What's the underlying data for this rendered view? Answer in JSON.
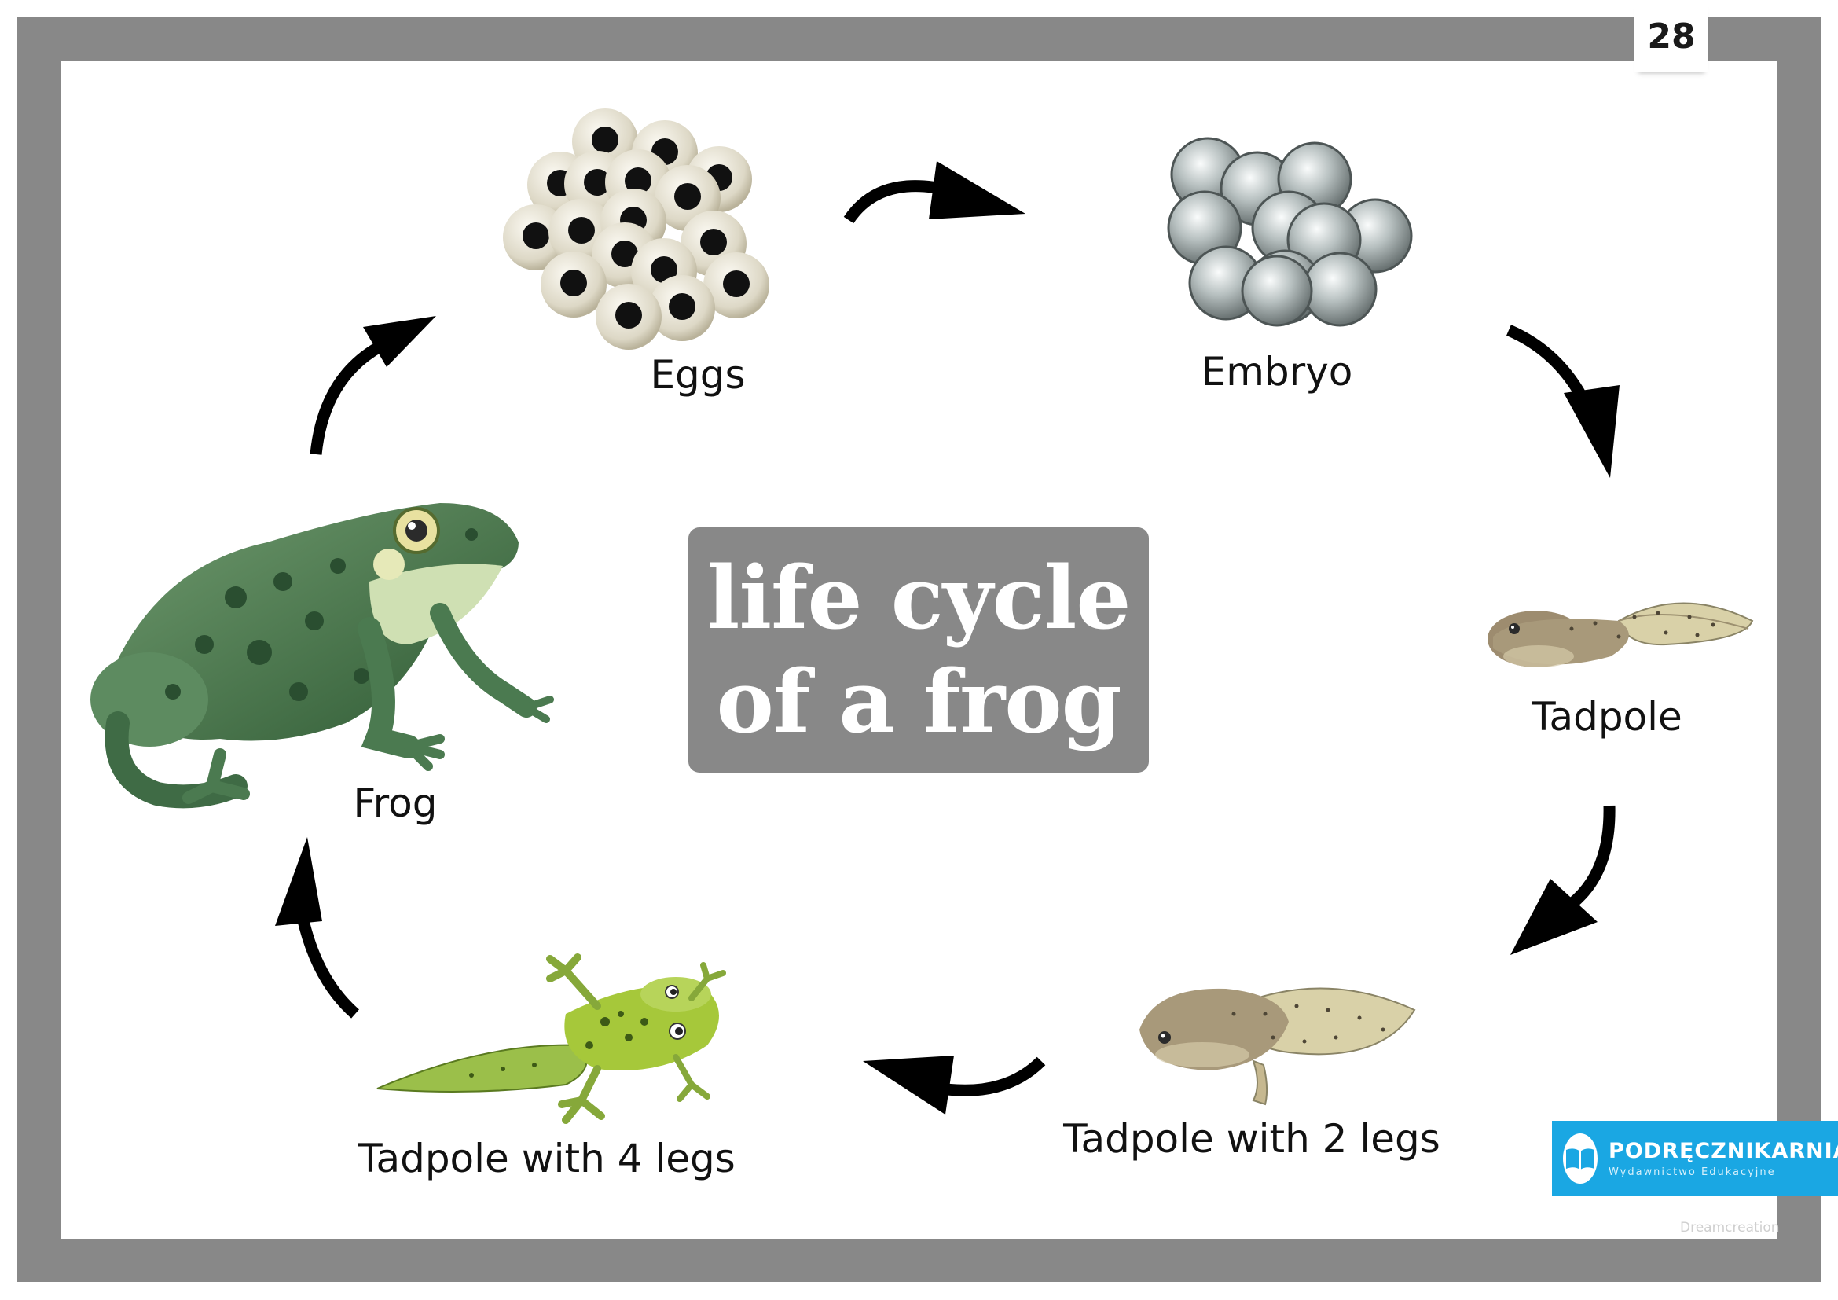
{
  "page_number": "28",
  "title": {
    "line1": "life cycle",
    "line2": "of a frog"
  },
  "stages": [
    {
      "id": "eggs",
      "label": "Eggs"
    },
    {
      "id": "embryo",
      "label": "Embryo"
    },
    {
      "id": "tadpole",
      "label": "Tadpole"
    },
    {
      "id": "tadpole-2-legs",
      "label": "Tadpole with 2 legs"
    },
    {
      "id": "tadpole-4-legs",
      "label": "Tadpole with 4 legs"
    },
    {
      "id": "frog",
      "label": "Frog"
    }
  ],
  "publisher": {
    "name": "PODRĘCZNIKARNIA",
    "tagline": "Wydawnictwo Edukacyjne"
  },
  "credit": "Dreamcreation",
  "icons": [
    "book-icon",
    "cycle-arrow-icon"
  ],
  "colors": {
    "frame": "#888888",
    "title_box": "#888888",
    "logo": "#1aa7e3",
    "arrow": "#000000"
  }
}
